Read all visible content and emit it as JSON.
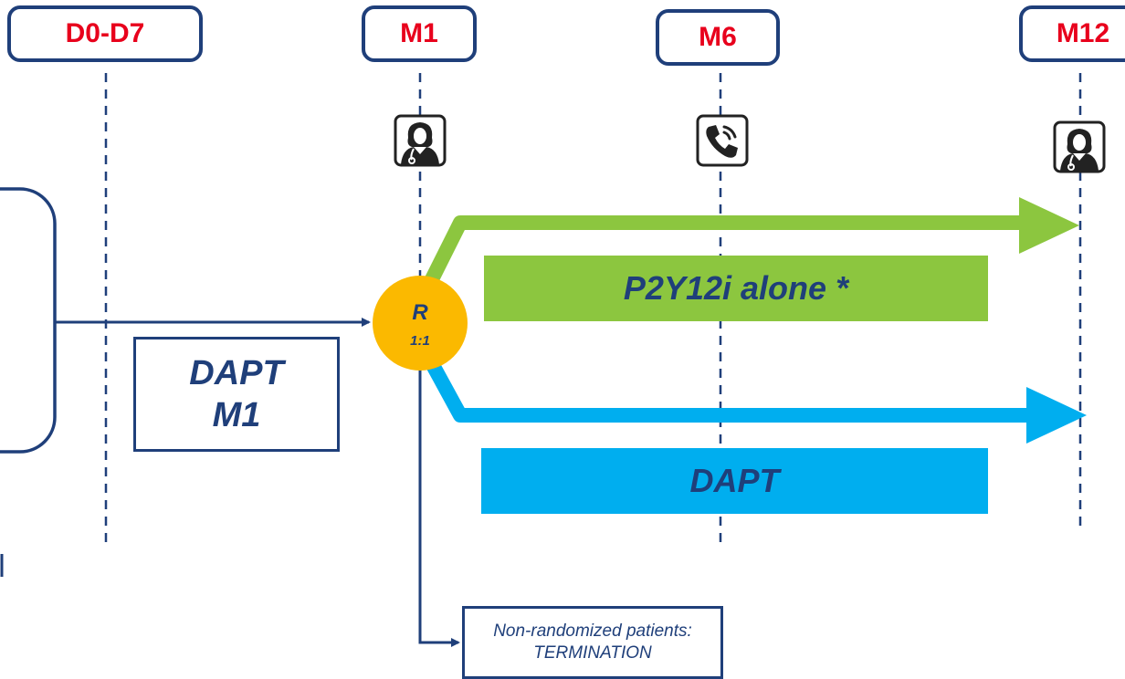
{
  "timepoints": [
    {
      "label": "D0-D7"
    },
    {
      "label": "M1"
    },
    {
      "label": "M6"
    },
    {
      "label": "M12"
    }
  ],
  "visit_icons": [
    {
      "timepoint": "M1",
      "icon": "doctor-visit-icon"
    },
    {
      "timepoint": "M6",
      "icon": "phone-call-icon"
    },
    {
      "timepoint": "M12",
      "icon": "doctor-visit-icon"
    }
  ],
  "randomization": {
    "label": "R",
    "ratio": "1:1"
  },
  "pre_randomization_box": {
    "line1": "DAPT",
    "line2": "M1"
  },
  "arms": [
    {
      "label": "P2Y12i alone *"
    },
    {
      "label": "DAPT"
    }
  ],
  "termination_box": {
    "line1": "Non-randomized patients:",
    "line2": "TERMINATION"
  },
  "colors": {
    "navy": "#1f3f7a",
    "timepoint_text": "#e8001c",
    "green_arm": "#8cc63f",
    "blue_arm": "#00aeef",
    "randomization_circle": "#fbb900",
    "arm_text": "#1f3f7a"
  }
}
